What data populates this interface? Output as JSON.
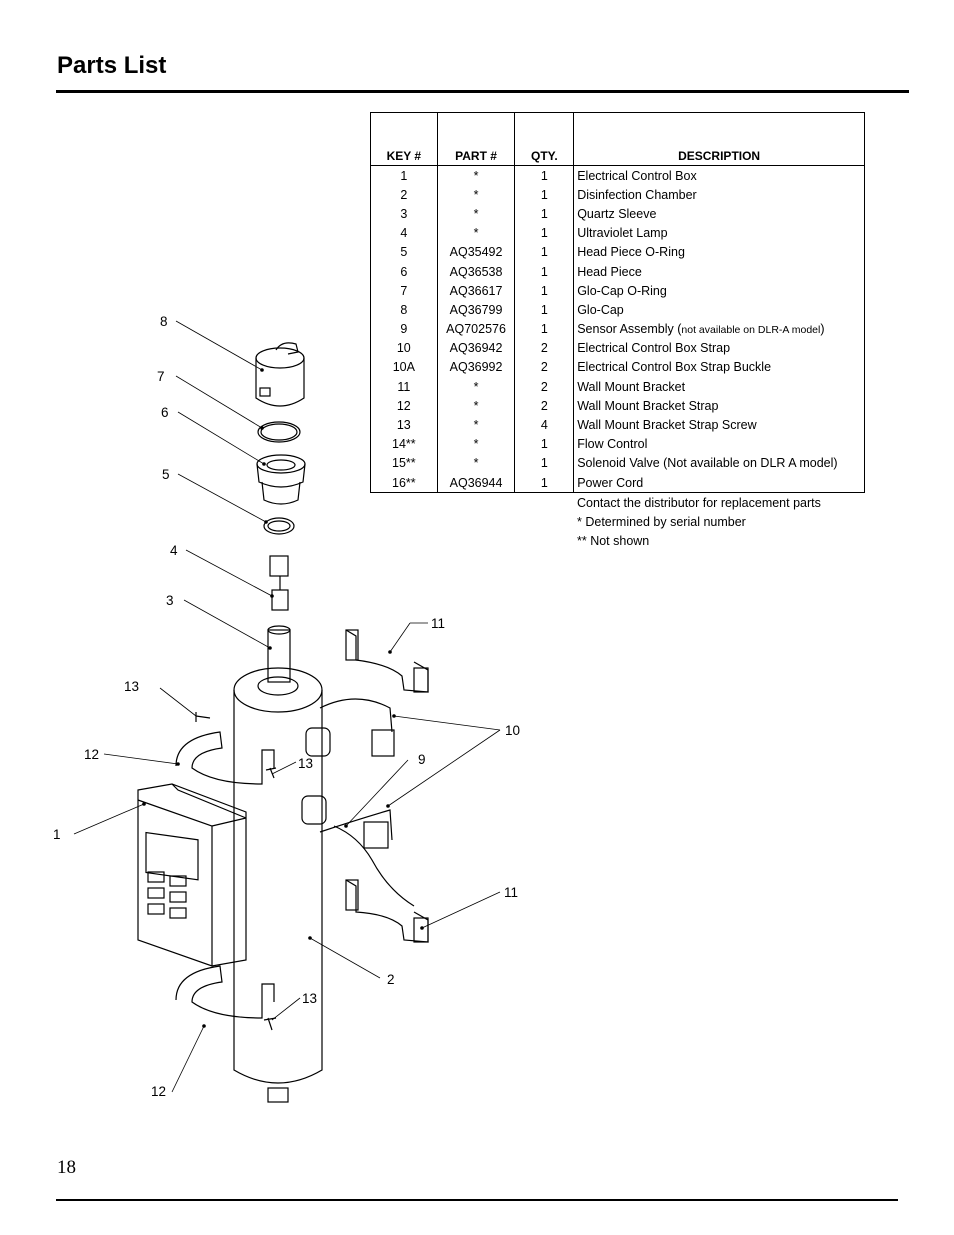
{
  "page": {
    "title": "Parts List",
    "page_number": "18"
  },
  "table": {
    "headers": [
      "KEY #",
      "PART #",
      "QTY.",
      "DESCRIPTION"
    ],
    "rows": [
      {
        "key": "1",
        "part": "*",
        "qty": "1",
        "desc": "Electrical Control Box"
      },
      {
        "key": "2",
        "part": "*",
        "qty": "1",
        "desc": "Disinfection Chamber"
      },
      {
        "key": "3",
        "part": "*",
        "qty": "1",
        "desc": "Quartz Sleeve"
      },
      {
        "key": "4",
        "part": "*",
        "qty": "1",
        "desc": "Ultraviolet Lamp"
      },
      {
        "key": "5",
        "part": "AQ35492",
        "qty": "1",
        "desc": "Head Piece O-Ring"
      },
      {
        "key": "6",
        "part": "AQ36538",
        "qty": "1",
        "desc": "Head Piece"
      },
      {
        "key": "7",
        "part": "AQ36617",
        "qty": "1",
        "desc": "Glo-Cap O-Ring"
      },
      {
        "key": "8",
        "part": "AQ36799",
        "qty": "1",
        "desc": "Glo-Cap"
      },
      {
        "key": "9",
        "part": "AQ702576",
        "qty": "1",
        "desc": "Sensor Assembly (",
        "desc_small": "not available on DLR-A model",
        "desc_end": ")"
      },
      {
        "key": "10",
        "part": "AQ36942",
        "qty": "2",
        "desc": "Electrical Control Box Strap"
      },
      {
        "key": "10A",
        "part": "AQ36992",
        "qty": "2",
        "desc": "Electrical Control Box Strap Buckle"
      },
      {
        "key": "11",
        "part": "*",
        "qty": "2",
        "desc": "Wall Mount Bracket"
      },
      {
        "key": "12",
        "part": "*",
        "qty": "2",
        "desc": "Wall Mount Bracket Strap"
      },
      {
        "key": "13",
        "part": "*",
        "qty": "4",
        "desc": "Wall Mount Bracket Strap Screw"
      },
      {
        "key": "14**",
        "part": "*",
        "qty": "1",
        "desc": "Flow Control"
      },
      {
        "key": "15**",
        "part": "*",
        "qty": "1",
        "desc": "Solenoid Valve (Not available on DLR A model)"
      },
      {
        "key": "16**",
        "part": "AQ36944",
        "qty": "1",
        "desc": "Power Cord"
      }
    ]
  },
  "notes": [
    "Contact the distributor for replacement parts",
    "*  Determined by serial number",
    "** Not shown"
  ],
  "diagram": {
    "callouts": [
      "8",
      "7",
      "6",
      "5",
      "4",
      "3",
      "13",
      "12",
      "1",
      "11",
      "10",
      "9",
      "13",
      "11",
      "2",
      "13",
      "12"
    ]
  }
}
